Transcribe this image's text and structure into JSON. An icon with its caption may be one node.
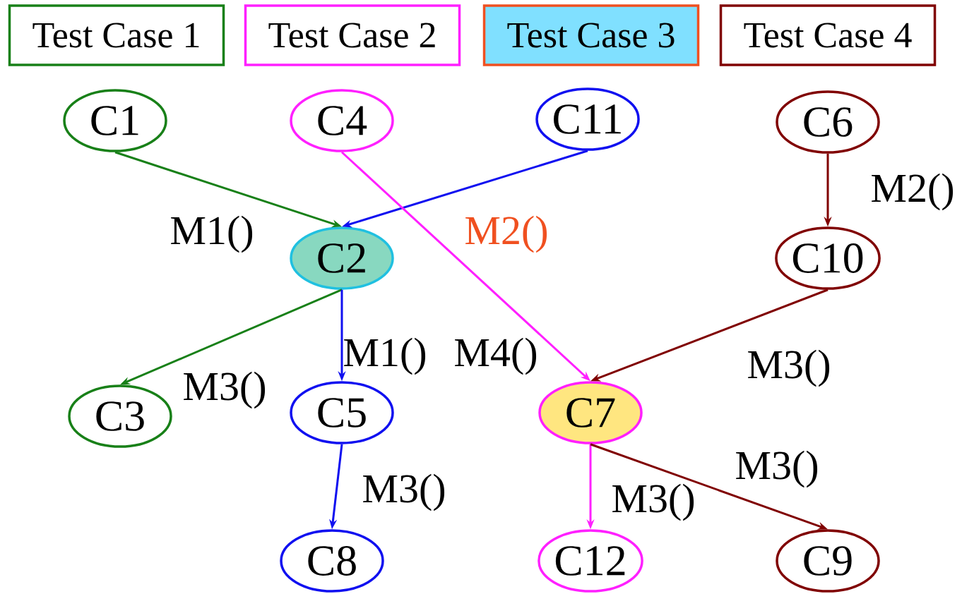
{
  "diagram": {
    "nodes": [
      {
        "text": [
          "Test Case 1"
        ]
      },
      {
        "text": [
          "Test Case 2"
        ]
      },
      {
        "text": [
          "Test Case 3"
        ]
      },
      {
        "text": [
          "Test Case 4"
        ]
      },
      {
        "text": [
          "C1"
        ]
      },
      {
        "text": [
          "C4"
        ]
      },
      {
        "text": [
          "C11"
        ]
      },
      {
        "text": [
          "C6"
        ]
      },
      {
        "text": [
          "C2"
        ]
      },
      {
        "text": [
          "C10"
        ]
      },
      {
        "text": [
          "C3"
        ]
      },
      {
        "text": [
          "C5"
        ]
      },
      {
        "text": [
          "C7"
        ]
      },
      {
        "text": [
          "C8"
        ]
      },
      {
        "text": [
          "C12"
        ]
      },
      {
        "text": [
          "C9"
        ]
      }
    ],
    "edges": [
      {
        "from": 4,
        "to": 8,
        "arrow": "to",
        "color": "#188018"
      },
      {
        "from": 6,
        "to": 8,
        "arrow": "to",
        "color": "#1010f0"
      },
      {
        "from": 5,
        "to": 12,
        "arrow": "to",
        "color": "#ff20ff"
      },
      {
        "from": 7,
        "to": 9,
        "arrow": "to",
        "color": "#800000"
      },
      {
        "from": 9,
        "to": 12,
        "arrow": "to",
        "color": "#800000"
      },
      {
        "from": 8,
        "to": 10,
        "arrow": "to",
        "color": "#188018"
      },
      {
        "from": 8,
        "to": 11,
        "arrow": "to",
        "color": "#1010f0"
      },
      {
        "from": 11,
        "to": 13,
        "arrow": "to",
        "color": "#1010f0"
      },
      {
        "from": 12,
        "to": 14,
        "arrow": "to",
        "color": "#ff20ff"
      },
      {
        "from": 12,
        "to": 15,
        "arrow": "to",
        "color": "#800000"
      }
    ],
    "labels": [
      "M1()",
      "M2()",
      "M2()",
      "M1()",
      "M4()",
      "M3()",
      "M3()",
      "M3()",
      "M3()",
      "M3()"
    ]
  }
}
